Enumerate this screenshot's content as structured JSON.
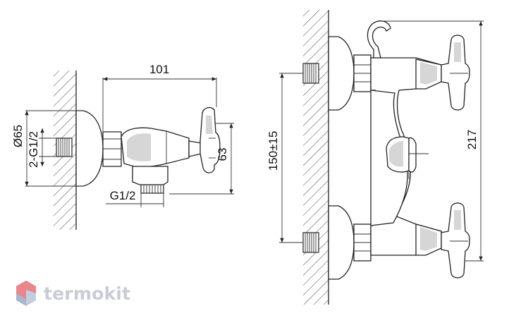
{
  "brand": {
    "name": "termokit",
    "logo_icon": "hexagon-logo-icon"
  },
  "dimensions": {
    "side_length": "101",
    "side_height": "63",
    "flange_diameter": "Ø65",
    "side_thread": "2-G1/2",
    "outlet_thread": "G1/2",
    "front_spacing": "150±15",
    "front_height": "217"
  },
  "colors": {
    "line": "#222222",
    "logo_accent": "#e8868b",
    "logo_shade": "#a9b6cc",
    "logo_text": "#c8ccd4"
  }
}
